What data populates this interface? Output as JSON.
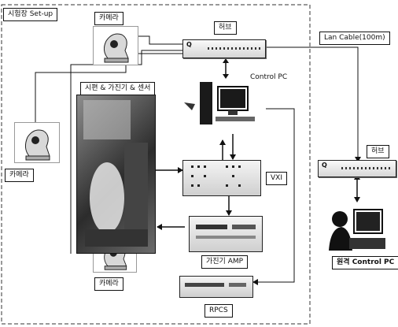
{
  "region_label": "시험장 Set-up",
  "labels": {
    "camera_top": "카메라",
    "camera_left": "카메라",
    "camera_bottom": "카메라",
    "hub_top": "허브",
    "hub_right": "허브",
    "lan_cable": "Lan Cable(100m)",
    "control_pc": "Control PC",
    "specimen": "시편 & 가진기 & 센서",
    "vxi": "VXI",
    "amp": "가진기 AMP",
    "rpcs": "RPCS",
    "remote_pc": "원격 Control PC"
  }
}
